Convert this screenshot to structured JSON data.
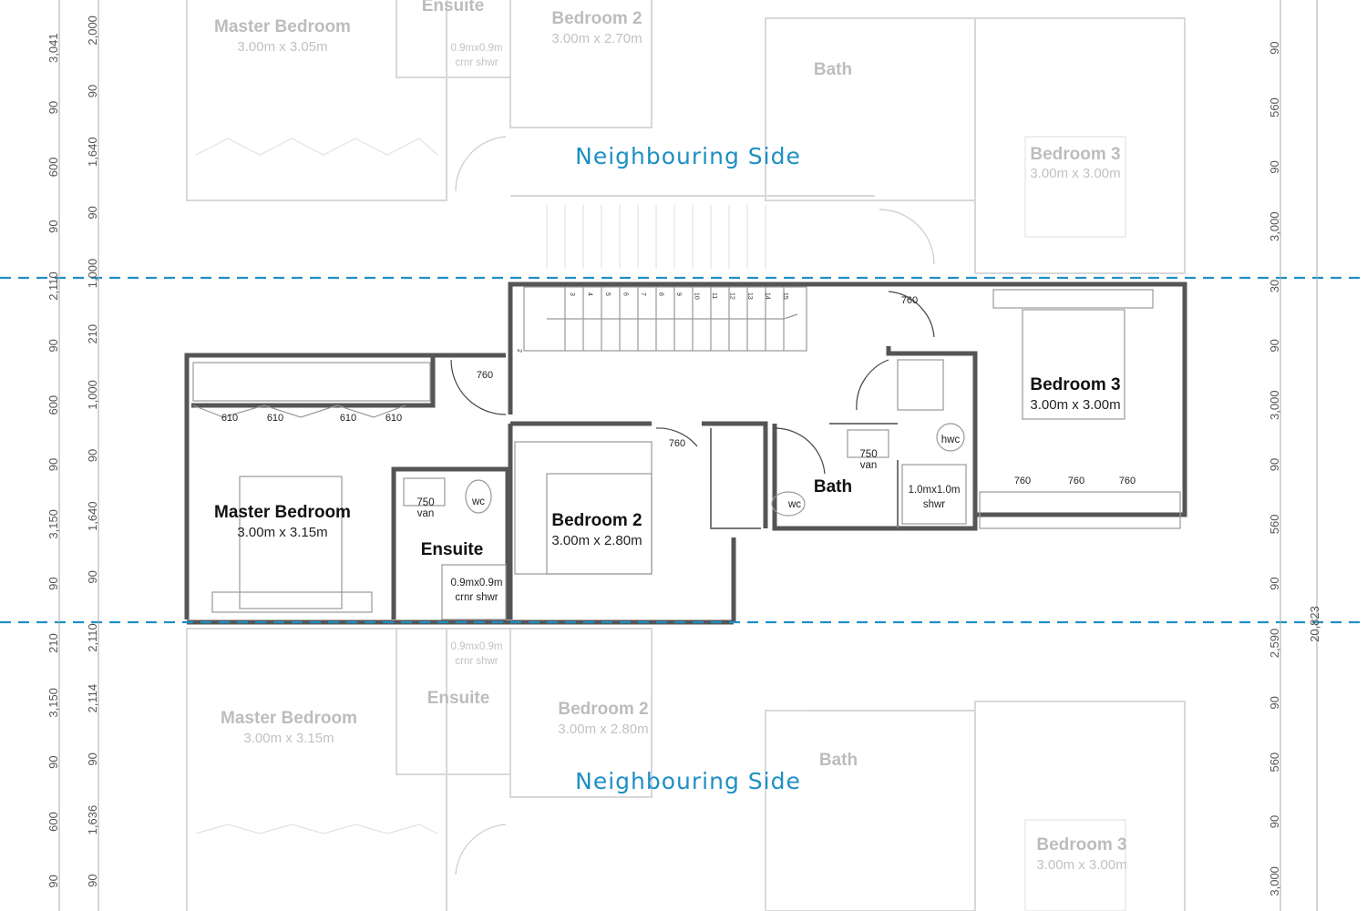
{
  "neighbour_label": "Neighbouring Side",
  "rooms": {
    "master": {
      "name": "Master Bedroom",
      "size": "3.00m x 3.15m"
    },
    "ensuite": {
      "name": "Ensuite",
      "shower": "0.9mx0.9m",
      "shower2": "crnr shwr",
      "vanity": "750",
      "vanity2": "van",
      "wc": "wc"
    },
    "bed2": {
      "name": "Bedroom 2",
      "size": "3.00m x 2.80m"
    },
    "bath": {
      "name": "Bath",
      "wc": "wc",
      "vanity": "750",
      "vanity2": "van",
      "shower": "1.0mx1.0m",
      "shower2": "shwr"
    },
    "bed3": {
      "name": "Bedroom 3",
      "size": "3.00m x 3.00m"
    },
    "hwc": "hwc"
  },
  "upper_unit": {
    "master": {
      "name": "Master Bedroom",
      "size": "3.00m x 3.05m"
    },
    "ensuite": "Ensuite",
    "shower": "0.9mx0.9m",
    "shower2": "crnr shwr",
    "bed2": {
      "name": "Bedroom 2",
      "size": "3.00m x 2.70m"
    },
    "bath": "Bath",
    "bed3": {
      "name": "Bedroom 3",
      "size": "3.00m x 3.00m"
    }
  },
  "lower_unit": {
    "master": {
      "name": "Master Bedroom",
      "size": "3.00m x 3.15m"
    },
    "ensuite": "Ensuite",
    "shower": "0.9mx0.9m",
    "shower2": "crnr shwr",
    "bed2": {
      "name": "Bedroom 2",
      "size": "3.00m x 2.80m"
    },
    "bath": "Bath",
    "bed3": {
      "name": "Bedroom 3",
      "size": "3.00m x 3.00m"
    }
  },
  "door_labels": {
    "d760": "760",
    "d610": "610"
  },
  "stair_numbers": [
    "2",
    "3",
    "4",
    "5",
    "6",
    "7",
    "8",
    "9",
    "10",
    "11",
    "12",
    "13",
    "14",
    "15"
  ],
  "dims_left_outer": [
    "3,041",
    "90",
    "600",
    "90",
    "2,110",
    "90",
    "600",
    "90",
    "3,150",
    "90",
    "210",
    "3,150",
    "90",
    "600",
    "90"
  ],
  "dims_left_inner": [
    "2,000",
    "90",
    "1,640",
    "90",
    "1,000",
    "210",
    "1,000",
    "90",
    "1,640",
    "90",
    "2,110",
    "2,114",
    "90",
    "1,636",
    "90"
  ],
  "dims_right": [
    "90",
    "560",
    "90",
    "3,000",
    "30",
    "90",
    "3,000",
    "90",
    "560",
    "90",
    "2,590",
    "90",
    "560",
    "90",
    "3,000"
  ],
  "dim_total": "20,823"
}
